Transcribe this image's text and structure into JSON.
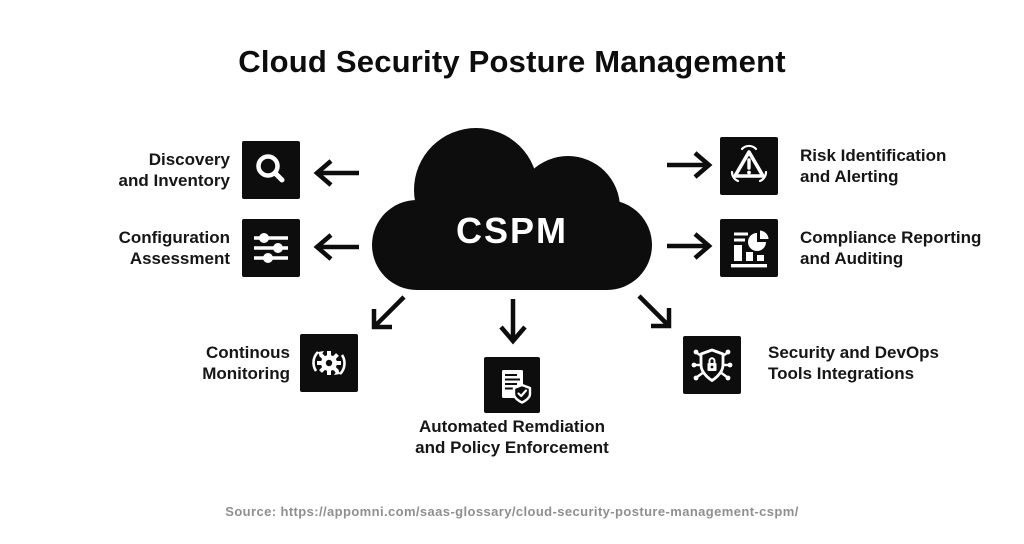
{
  "title": "Cloud Security Posture Management",
  "center": {
    "label": "CSPM"
  },
  "nodes": {
    "discovery": {
      "label": "Discovery\nand Inventory",
      "icon": "search-icon"
    },
    "configuration": {
      "label": "Configuration\nAssessment",
      "icon": "sliders-icon"
    },
    "risk": {
      "label": "Risk Identification\nand Alerting",
      "icon": "alert-triangle-icon"
    },
    "compliance": {
      "label": "Compliance Reporting\nand Auditing",
      "icon": "report-chart-icon"
    },
    "monitoring": {
      "label": "Continous\nMonitoring",
      "icon": "gear-refresh-icon"
    },
    "remediation": {
      "label": "Automated Remdiation\nand Policy Enforcement",
      "icon": "document-shield-icon"
    },
    "integrations": {
      "label": "Security and DevOps\nTools Integrations",
      "icon": "shield-circuit-icon"
    }
  },
  "colors": {
    "ink": "#0d0d0d",
    "icon_bg": "#0d0d0d",
    "icon_fg": "#ffffff",
    "source_text": "#8f8f8f",
    "background": "#ffffff"
  },
  "source": "Source: https://appomni.com/saas-glossary/cloud-security-posture-management-cspm/"
}
